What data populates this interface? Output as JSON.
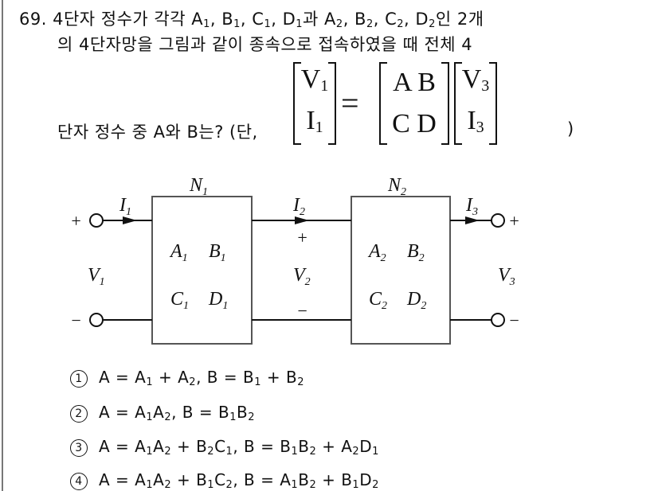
{
  "question": {
    "number": "69.",
    "line1_parts": [
      "4단자 정수가 각각 A",
      "1",
      ", B",
      "1",
      ", C",
      "1",
      ", D",
      "1",
      "과 A",
      "2",
      ", B",
      "2",
      ", C",
      "2",
      ", D",
      "2",
      "인 2개"
    ],
    "line2": "의 4단자망을 그림과 같이 종속으로 접속하였을 때 전체 4",
    "line3": "단자 정수 중 A와 B는? (단,",
    "line3_end": ")"
  },
  "matrix_equation": {
    "lhs": [
      [
        "V",
        "1"
      ],
      [
        "I",
        "1"
      ]
    ],
    "equals": "=",
    "matrix": [
      [
        "A B"
      ],
      [
        "C D"
      ]
    ],
    "rhs": [
      [
        "V",
        "3"
      ],
      [
        "I",
        "3"
      ]
    ]
  },
  "circuit": {
    "network1": {
      "label": "N",
      "sub": "1",
      "params": [
        "A1",
        "B1",
        "C1",
        "D1"
      ]
    },
    "network2": {
      "label": "N",
      "sub": "2",
      "params": [
        "A2",
        "B2",
        "C2",
        "D2"
      ]
    },
    "currents": [
      "I1",
      "I2",
      "I3"
    ],
    "voltages": [
      "V1",
      "V2",
      "V3"
    ],
    "plus": "+",
    "minus": "−"
  },
  "options": [
    {
      "num": "1",
      "parts": [
        [
          "A = A",
          ""
        ],
        [
          "1",
          "s"
        ],
        [
          " + A",
          ""
        ],
        [
          "2",
          "s"
        ],
        [
          ",  B = B",
          ""
        ],
        [
          "1",
          "s"
        ],
        [
          " + B",
          ""
        ],
        [
          "2",
          "s"
        ]
      ]
    },
    {
      "num": "2",
      "parts": [
        [
          "A = A",
          ""
        ],
        [
          "1",
          "s"
        ],
        [
          "A",
          ""
        ],
        [
          "2",
          "s"
        ],
        [
          ",  B = B",
          ""
        ],
        [
          "1",
          "s"
        ],
        [
          "B",
          ""
        ],
        [
          "2",
          "s"
        ]
      ]
    },
    {
      "num": "3",
      "parts": [
        [
          "A = A",
          ""
        ],
        [
          "1",
          "s"
        ],
        [
          "A",
          ""
        ],
        [
          "2",
          "s"
        ],
        [
          " + B",
          ""
        ],
        [
          "2",
          "s"
        ],
        [
          "C",
          ""
        ],
        [
          "1",
          "s"
        ],
        [
          ",  B = B",
          ""
        ],
        [
          "1",
          "s"
        ],
        [
          "B",
          ""
        ],
        [
          "2",
          "s"
        ],
        [
          " + A",
          ""
        ],
        [
          "2",
          "s"
        ],
        [
          "D",
          ""
        ],
        [
          "1",
          "s"
        ]
      ]
    },
    {
      "num": "4",
      "parts": [
        [
          "A = A",
          ""
        ],
        [
          "1",
          "s"
        ],
        [
          "A",
          ""
        ],
        [
          "2",
          "s"
        ],
        [
          " + B",
          ""
        ],
        [
          "1",
          "s"
        ],
        [
          "C",
          ""
        ],
        [
          "2",
          "s"
        ],
        [
          ",  B = A",
          ""
        ],
        [
          "1",
          "s"
        ],
        [
          "B",
          ""
        ],
        [
          "2",
          "s"
        ],
        [
          " + B",
          ""
        ],
        [
          "1",
          "s"
        ],
        [
          "D",
          ""
        ],
        [
          "2",
          "s"
        ]
      ]
    }
  ]
}
